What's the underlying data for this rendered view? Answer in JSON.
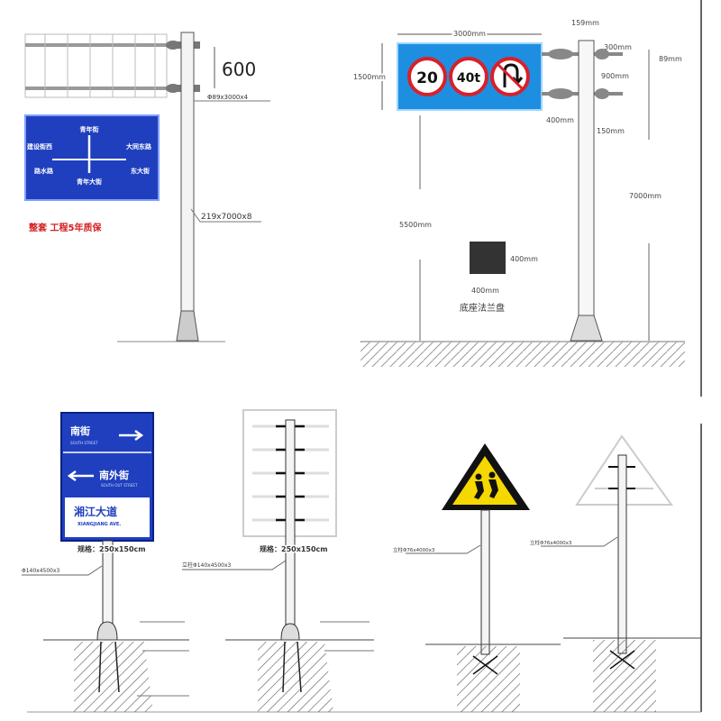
{
  "colors": {
    "sign_blue": "#1f3fbf",
    "sign_blue_light": "#1e8fe0",
    "warning_yellow": "#f5d800",
    "prohibit_red": "#d8202a",
    "brand_red": "#d42020"
  },
  "top_left": {
    "spacing": "600",
    "arm_spec": "Φ89x3000x4",
    "pole_spec": "219x7000x8",
    "promo": "整套  工程5年质保",
    "sign": {
      "north": "青年街",
      "west": "建设街西",
      "east": "大同东路",
      "sw": "路水路",
      "se": "东大街",
      "south": "青年大街"
    }
  },
  "top_right": {
    "width": "3000mm",
    "height": "1500mm",
    "pole_dia": "159mm",
    "arm_len": "300mm",
    "arm_dia": "89mm",
    "arm_spacing": "900mm",
    "gap": "400mm",
    "offset": "150mm",
    "pole_height": "7000mm",
    "clearance": "5500mm",
    "flange_h": "400mm",
    "flange_w": "400mm",
    "flange_label": "底座法兰盘",
    "sign_values": [
      "20",
      "40t"
    ]
  },
  "bottom": {
    "sign1": {
      "row1": "南街",
      "row1_en": "SOUTH STREET",
      "row2": "南外街",
      "row2_en": "SOUTH OUT STREET",
      "row3": "湘江大道",
      "row3_en": "XIANGJIANG AVE."
    },
    "spec1": "规格：250x150cm",
    "pole1": "Φ140x4500x3",
    "spec2": "规格：250x150cm",
    "pole2": "立柱Φ140x4500x3",
    "pole3": "立柱Φ76x4000x3",
    "pole4": "立柱Φ76x4000x3"
  }
}
